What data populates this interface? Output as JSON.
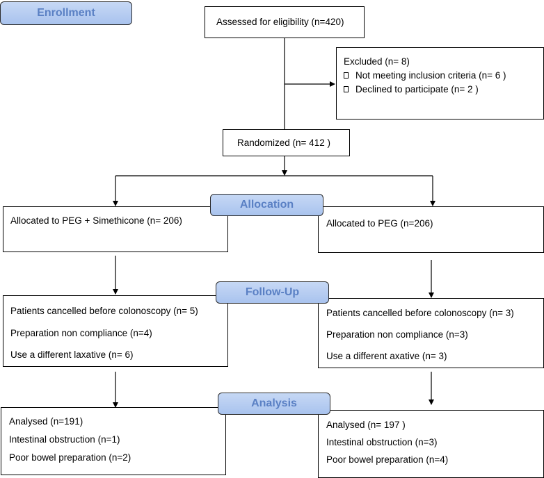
{
  "stages": {
    "enrollment": "Enrollment",
    "allocation": "Allocation",
    "follow_up": "Follow-Up",
    "analysis": "Analysis"
  },
  "assessed": "Assessed for eligibility (n=420)",
  "excluded": {
    "title": "Excluded (n= 8)",
    "items": [
      "Not meeting inclusion criteria (n= 6 )",
      "Declined to participate (n= 2 )"
    ]
  },
  "randomized": "Randomized (n= 412 )",
  "left_arm": {
    "allocation": "Allocated to PEG + Simethicone (n= 206)",
    "follow_up": [
      "Patients cancelled before colonoscopy (n= 5)",
      "Preparation non compliance (n=4)",
      "Use a different laxative (n= 6)"
    ],
    "analysis": [
      "Analysed  (n=191)",
      "Intestinal obstruction (n=1)",
      "Poor bowel preparation (n=2)"
    ]
  },
  "right_arm": {
    "allocation": "Allocated to PEG (n=206)",
    "follow_up": [
      "Patients cancelled before colonoscopy (n= 3)",
      "Preparation non compliance (n=3)",
      "Use a different  axative (n= 3)"
    ],
    "analysis": [
      "Analysed  (n= 197 )",
      "Intestinal obstruction (n=3)",
      "Poor bowel preparation (n=4)"
    ]
  }
}
